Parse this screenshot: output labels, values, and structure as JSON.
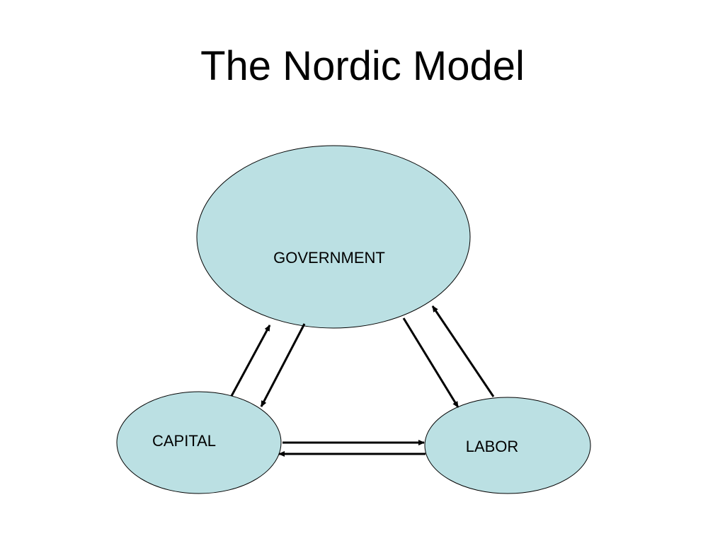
{
  "slide": {
    "title": "The Nordic Model"
  },
  "diagram": {
    "node_fill": "#bbe0e3",
    "stroke_color": "#000000",
    "nodes": {
      "government": {
        "label": "GOVERNMENT"
      },
      "capital": {
        "label": "CAPITAL"
      },
      "labor": {
        "label": "LABOR"
      }
    },
    "edges": [
      {
        "from": "capital",
        "to": "government"
      },
      {
        "from": "government",
        "to": "capital"
      },
      {
        "from": "government",
        "to": "labor"
      },
      {
        "from": "labor",
        "to": "government"
      },
      {
        "from": "capital",
        "to": "labor"
      },
      {
        "from": "labor",
        "to": "capital"
      }
    ]
  }
}
